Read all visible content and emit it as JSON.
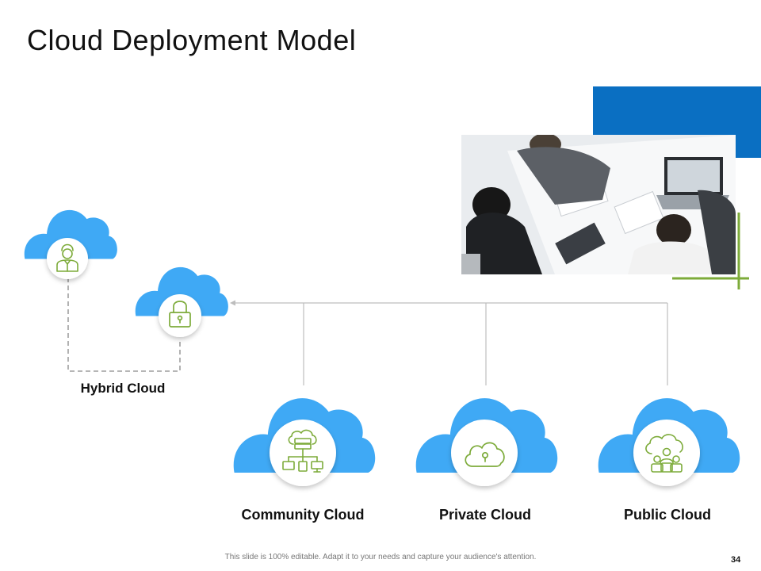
{
  "slide": {
    "title": "Cloud Deployment Model",
    "footer_note": "This slide is 100% editable. Adapt it to your needs and capture your audience's attention.",
    "page_number": "34"
  },
  "clouds": [
    {
      "label": "",
      "icon": "person-icon"
    },
    {
      "label": "Hybrid Cloud",
      "icon": "padlock-icon"
    },
    {
      "label": "Community Cloud",
      "icon": "server-network-icon"
    },
    {
      "label": "Private Cloud",
      "icon": "cloud-lock-icon"
    },
    {
      "label": "Public Cloud",
      "icon": "cloud-users-icon"
    }
  ],
  "photo": {
    "description_icon": "business-meeting-photo"
  },
  "colors": {
    "cloud_blue": "#3fa9f5",
    "icon_green": "#7dab3a",
    "accent_blue": "#0a6fc2",
    "connector_gray": "#bdbdbd",
    "dashed_gray": "#9e9e9e"
  }
}
